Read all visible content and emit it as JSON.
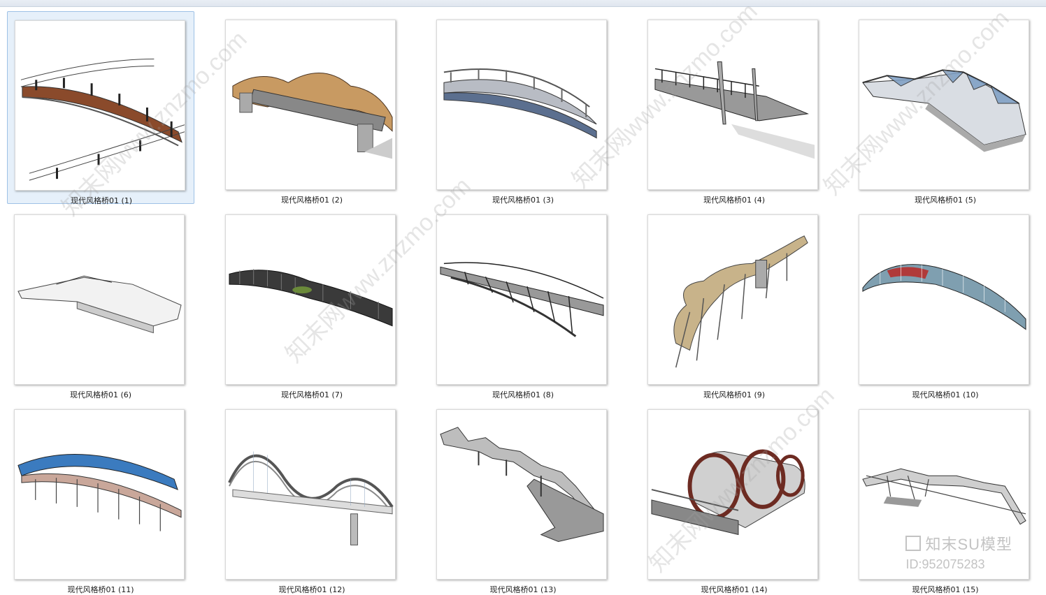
{
  "window": {},
  "files": [
    {
      "label": "现代风格桥01 (1)",
      "selected": true,
      "icon": "bridge-wood-thumbnail"
    },
    {
      "label": "现代风格桥01 (2)",
      "selected": false,
      "icon": "bridge-wave-thumbnail"
    },
    {
      "label": "现代风格桥01 (3)",
      "selected": false,
      "icon": "bridge-arch-thumbnail"
    },
    {
      "label": "现代风格桥01 (4)",
      "selected": false,
      "icon": "bridge-truss-thumbnail"
    },
    {
      "label": "现代风格桥01 (5)",
      "selected": false,
      "icon": "bridge-glass-thumbnail"
    },
    {
      "label": "现代风格桥01 (6)",
      "selected": false,
      "icon": "bridge-white-thumbnail"
    },
    {
      "label": "现代风格桥01 (7)",
      "selected": false,
      "icon": "bridge-canopy-thumbnail"
    },
    {
      "label": "现代风格桥01 (8)",
      "selected": false,
      "icon": "bridge-steel-arch-thumbnail"
    },
    {
      "label": "现代风格桥01 (9)",
      "selected": false,
      "icon": "bridge-curve-thumbnail"
    },
    {
      "label": "现代风格桥01 (10)",
      "selected": false,
      "icon": "bridge-shell-thumbnail"
    },
    {
      "label": "现代风格桥01 (11)",
      "selected": false,
      "icon": "bridge-blue-arch-thumbnail"
    },
    {
      "label": "现代风格桥01 (12)",
      "selected": false,
      "icon": "bridge-wire-thumbnail"
    },
    {
      "label": "现代风格桥01 (13)",
      "selected": false,
      "icon": "bridge-zigzag-thumbnail"
    },
    {
      "label": "现代风格桥01 (14)",
      "selected": false,
      "icon": "bridge-tube-thumbnail"
    },
    {
      "label": "现代风格桥01 (15)",
      "selected": false,
      "icon": "bridge-frame-thumbnail"
    }
  ],
  "watermark": {
    "brand": "知末SU模型",
    "id": "ID:952075283",
    "site": "知末网www.znzmo.com"
  },
  "colors": {
    "selection_bg": "#e6f0fa",
    "selection_border": "#9ec1e6",
    "label_text": "#1a1a1a"
  }
}
